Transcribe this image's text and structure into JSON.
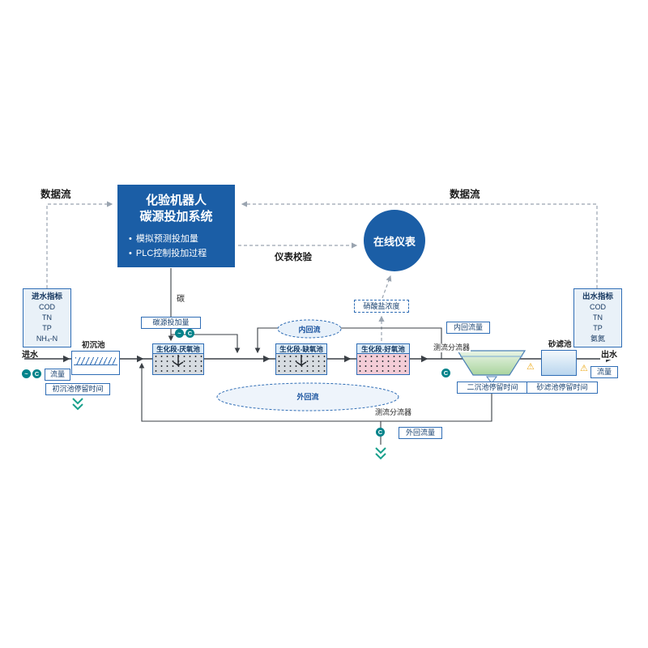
{
  "colors": {
    "primary_blue": "#1b5ea6",
    "line_blue": "#2f6db5",
    "teal": "#00838a",
    "warning_yellow": "#eca918",
    "aerobic_pink": "#f4cdd7",
    "clarifier_green": "#cde6c5"
  },
  "icons": {
    "warning": "⚠",
    "flow_wave": "~",
    "flow_c": "C",
    "bullet": "•"
  },
  "top": {
    "dataflow_left": "数据流",
    "dataflow_right": "数据流",
    "calibration": "仪表校验",
    "online_instrument": "在线仪表",
    "system": {
      "title1": "化验机器人",
      "title2": "碳源投加系统",
      "bullets": [
        "模拟预测投加量",
        "PLC控制投加过程"
      ]
    }
  },
  "panels": {
    "influent": {
      "title": "进水指标",
      "items": [
        "COD",
        "TN",
        "TP",
        "NH₄-N"
      ]
    },
    "effluent": {
      "title": "出水指标",
      "items": [
        "COD",
        "TN",
        "TP",
        "氨氮"
      ]
    }
  },
  "process": {
    "influent": "进水",
    "influent_flow": "流量",
    "primary_tank": "初沉池",
    "primary_retention": "初沉池停留时间",
    "carbon": "碳",
    "carbon_dosing": "碳源投加量",
    "tank_anaerobic": "生化段-厌氧池",
    "tank_anoxic": "生化段-缺氧池",
    "tank_aerobic": "生化段-好氧池",
    "nitrate": "硝酸盐浓度",
    "internal_recycle": "内回流",
    "internal_recycle_flow": "内回流量",
    "splitter_top": "测流分流器",
    "splitter_bottom": "测流分流器",
    "secondary_retention": "二沉池停留时间",
    "sand_filter": "砂滤池",
    "sand_filter_retention": "砂滤池停留时间",
    "external_recycle": "外回流",
    "external_recycle_flow": "外回流量",
    "effluent": "出水",
    "effluent_flow": "流量"
  }
}
